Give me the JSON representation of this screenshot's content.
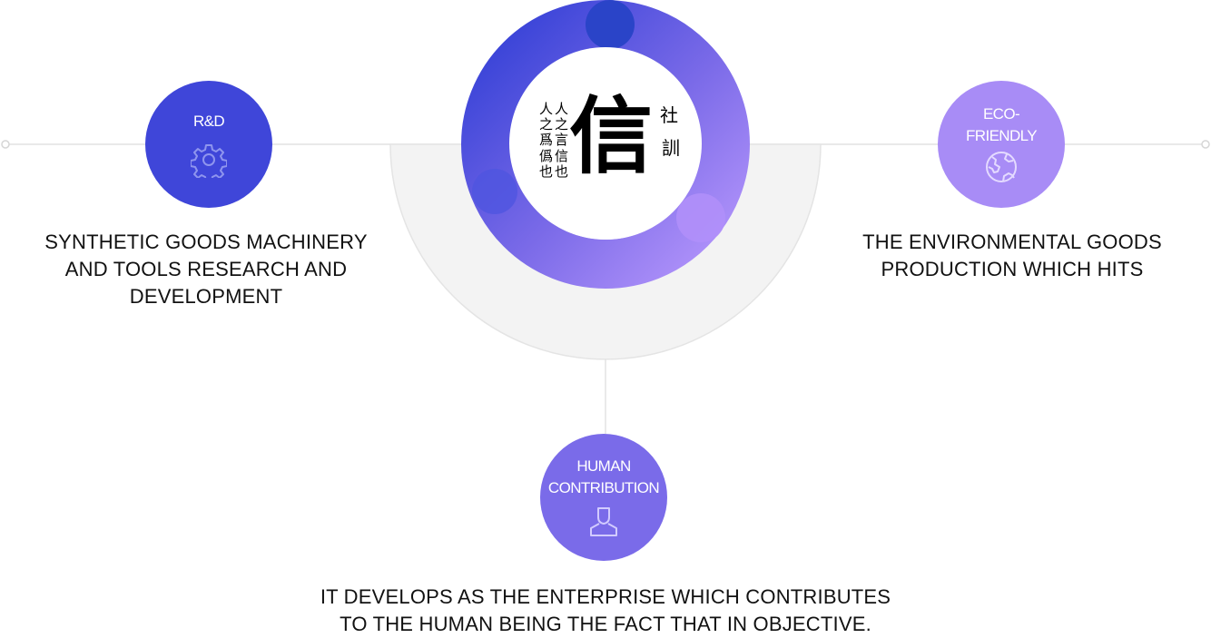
{
  "center": {
    "main_char": "信",
    "right_chars": [
      "社",
      "訓"
    ],
    "left_columns": [
      "人之言",
      "人之爲",
      "信也",
      "僞也"
    ]
  },
  "nodes": [
    {
      "id": "rd",
      "label_lines": [
        "R&D"
      ],
      "icon": "gear-icon",
      "color": "#3f46d9",
      "description_lines": [
        "SYNTHETIC GOODS MACHINERY",
        "AND TOOLS RESEARCH AND",
        "DEVELOPMENT"
      ]
    },
    {
      "id": "eco",
      "label_lines": [
        "ECO-",
        "FRIENDLY"
      ],
      "icon": "globe-icon",
      "color": "#a88cf6",
      "description_lines": [
        "THE ENVIRONMENTAL GOODS",
        "PRODUCTION WHICH HITS"
      ]
    },
    {
      "id": "human",
      "label_lines": [
        "HUMAN",
        "CONTRIBUTION"
      ],
      "icon": "person-icon",
      "color": "#7a6be9",
      "description_lines": [
        "IT DEVELOPS AS THE ENTERPRISE WHICH CONTRIBUTES",
        "TO THE HUMAN BEING THE FACT THAT IN OBJECTIVE."
      ]
    }
  ]
}
